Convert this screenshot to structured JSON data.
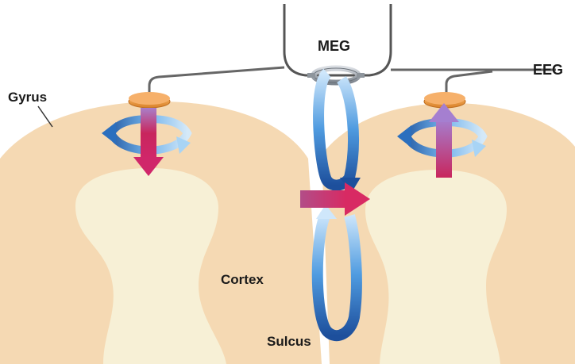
{
  "labels": {
    "meg": "MEG",
    "eeg": "EEG",
    "gyrus": "Gyrus",
    "cortex": "Cortex",
    "sulcus": "Sulcus"
  },
  "colors": {
    "cortex": "#f5d9b3",
    "white_matter": "#f7f0d6",
    "sensor": "#f0a24a",
    "wire": "#555555",
    "arrow_pink": "#c8265d",
    "arrow_blue": "#3a7fc1",
    "meg_coil": "#9aa3ad"
  }
}
